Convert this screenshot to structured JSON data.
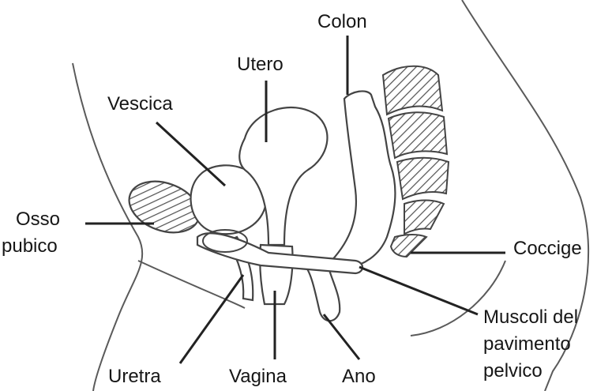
{
  "labels": {
    "colon": "Colon",
    "utero": "Utero",
    "vescica": "Vescica",
    "osso_pubico": [
      "Osso",
      "pubico"
    ],
    "coccige": "Coccige",
    "muscoli": [
      "Muscoli del",
      "pavimento",
      "pelvico"
    ],
    "uretra": "Uretra",
    "vagina": "Vagina",
    "ano": "Ano"
  }
}
